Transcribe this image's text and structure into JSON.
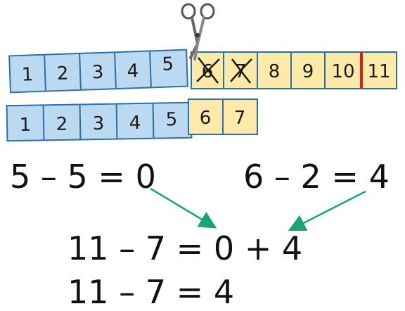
{
  "colors": {
    "blue_cell": "#bcd9f2",
    "yellow_cell": "#fde9a8",
    "cell_border": "#2d6fa8",
    "cut_line": "#d62020",
    "arrow": "#1aa37a"
  },
  "strip_top": {
    "blue": [
      "1",
      "2",
      "3",
      "4",
      "5"
    ],
    "yellow": [
      "6",
      "7",
      "8",
      "9",
      "10",
      "11"
    ],
    "crossed_out": [
      "6",
      "7"
    ]
  },
  "strip_bottom": {
    "blue": [
      "1",
      "2",
      "3",
      "4",
      "5"
    ],
    "yellow": [
      "6",
      "7"
    ]
  },
  "icons": {
    "cut_tool": "scissors-icon"
  },
  "equations": {
    "left": "5 – 5 = 0",
    "right": "6 – 2 = 4",
    "combined": "11 – 7 = 0 + 4",
    "result": "11 – 7 = 4"
  }
}
